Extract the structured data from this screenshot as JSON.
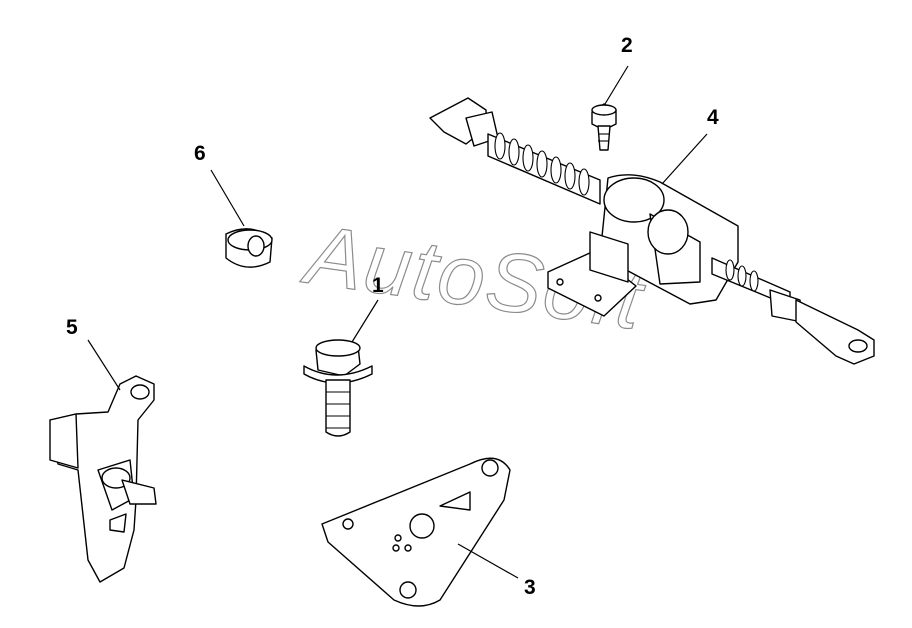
{
  "watermark": "AutoSoft",
  "callouts": {
    "c1": "1",
    "c2": "2",
    "c3": "3",
    "c4": "4",
    "c5": "5",
    "c6": "6"
  }
}
